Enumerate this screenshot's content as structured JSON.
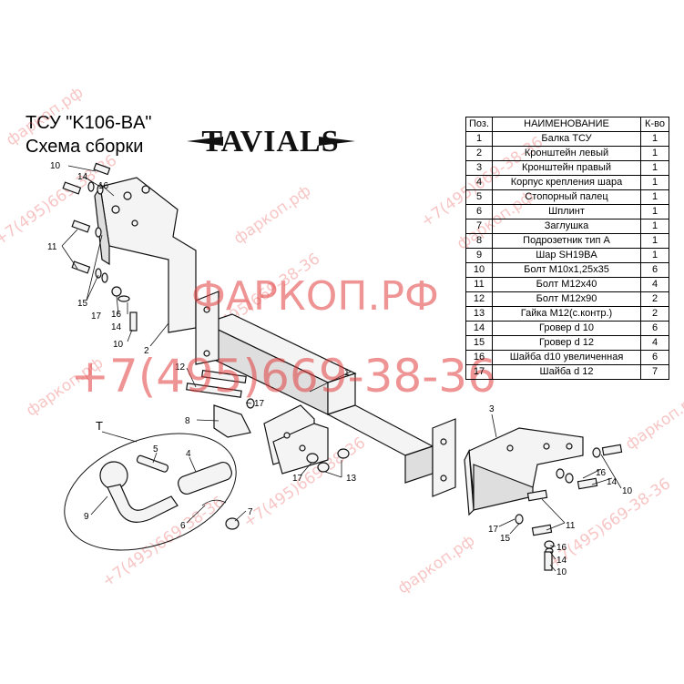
{
  "header": {
    "line1": "ТСУ  \"K106-BA\"",
    "line2": "Схема сборки",
    "logo_text": "TAVIALS"
  },
  "watermark": {
    "big_line1": "ФАРКОП.РФ",
    "big_line2": "+7(495)669-38-36",
    "small_site": "фаркоп.рф",
    "small_phone": "+7(495)669-38-36",
    "color": "#e23c3c"
  },
  "table": {
    "columns": [
      "Поз.",
      "НАИМЕНОВАНИЕ",
      "К-во"
    ],
    "rows": [
      {
        "pos": "1",
        "name": "Балка ТСУ",
        "qty": "1"
      },
      {
        "pos": "2",
        "name": "Кронштейн левый",
        "qty": "1"
      },
      {
        "pos": "3",
        "name": "Кронштейн правый",
        "qty": "1"
      },
      {
        "pos": "4",
        "name": "Корпус крепления шара",
        "qty": "1"
      },
      {
        "pos": "5",
        "name": "Стопорный палец",
        "qty": "1"
      },
      {
        "pos": "6",
        "name": "Шплинт",
        "qty": "1"
      },
      {
        "pos": "7",
        "name": "Заглушка",
        "qty": "1"
      },
      {
        "pos": "8",
        "name": "Подрозетник тип А",
        "qty": "1"
      },
      {
        "pos": "9",
        "name": "Шар SH19BA",
        "qty": "1"
      },
      {
        "pos": "10",
        "name": "Болт М10х1,25х35",
        "qty": "6"
      },
      {
        "pos": "11",
        "name": "Болт М12х40",
        "qty": "4"
      },
      {
        "pos": "12",
        "name": "Болт М12х90",
        "qty": "2"
      },
      {
        "pos": "13",
        "name": "Гайка М12(с.контр.)",
        "qty": "2"
      },
      {
        "pos": "14",
        "name": "Гровер d 10",
        "qty": "6"
      },
      {
        "pos": "15",
        "name": "Гровер d 12",
        "qty": "4"
      },
      {
        "pos": "16",
        "name": "Шайба d10 увеличенная",
        "qty": "6"
      },
      {
        "pos": "17",
        "name": "Шайба d 12",
        "qty": "7"
      }
    ]
  },
  "callouts": {
    "c1": "1",
    "c2": "2",
    "c3": "3",
    "c4": "4",
    "c5": "5",
    "c6": "6",
    "c7": "7",
    "c8": "8",
    "c9": "9",
    "c10": "10",
    "c11": "11",
    "c12": "12",
    "c13": "13",
    "c14": "14",
    "c15": "15",
    "c16": "16",
    "c17": "17",
    "t": "T"
  }
}
